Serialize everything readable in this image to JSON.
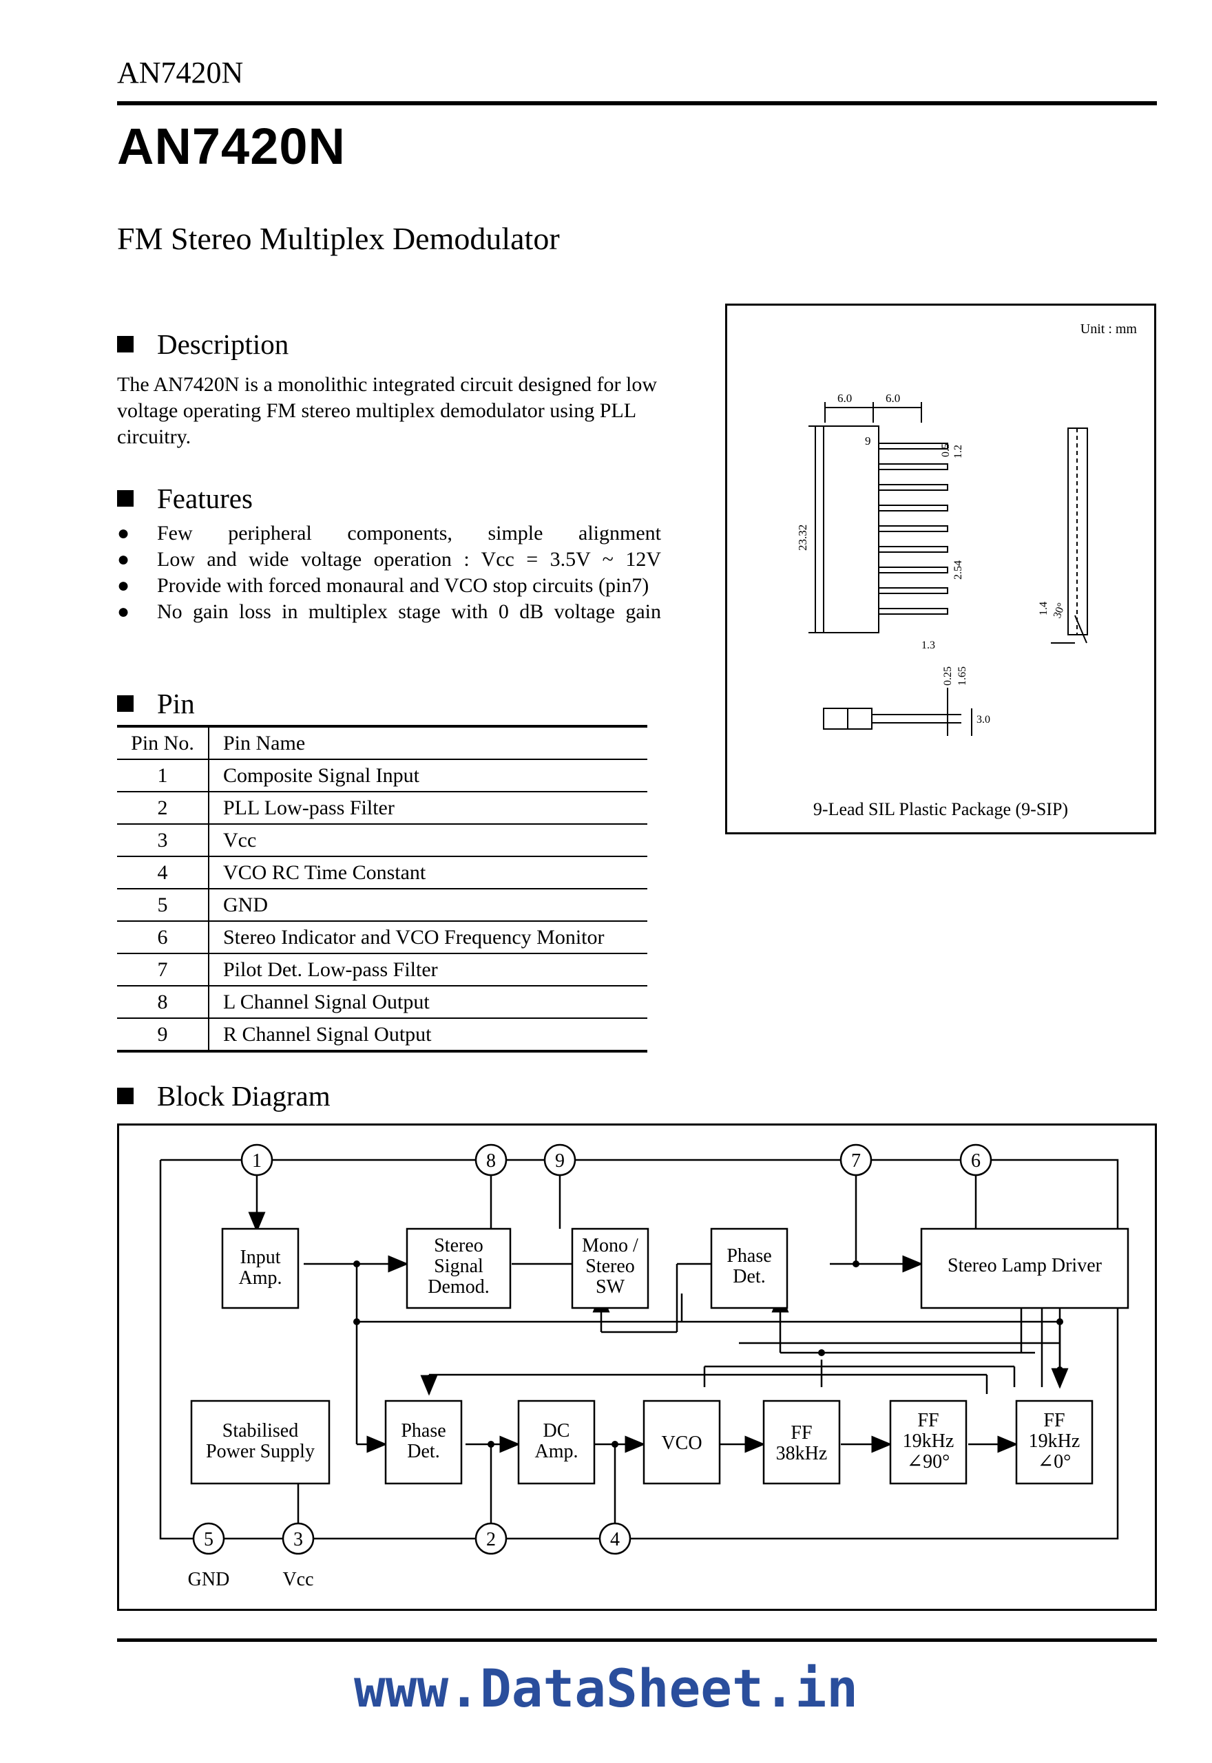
{
  "header": {
    "part_number": "AN7420N"
  },
  "title": "AN7420N",
  "subtitle": "FM Stereo Multiplex Demodulator",
  "description": {
    "heading": "Description",
    "text": "The AN7420N is a monolithic integrated circuit designed for low voltage operating FM stereo multiplex demodulator using PLL circuitry."
  },
  "features": {
    "heading": "Features",
    "items": [
      "Few peripheral components, simple alignment",
      "Low and wide voltage operation : Vcc = 3.5V ~ 12V",
      "Provide with forced monaural and VCO stop circuits (pin7)",
      "No gain loss in multiplex stage with 0 dB voltage gain"
    ]
  },
  "pin": {
    "heading": "Pin",
    "col_no": "Pin No.",
    "col_name": "Pin Name",
    "rows": [
      {
        "no": "1",
        "name": "Composite Signal Input"
      },
      {
        "no": "2",
        "name": "PLL Low-pass Filter"
      },
      {
        "no": "3",
        "name": "Vcc"
      },
      {
        "no": "4",
        "name": "VCO RC Time Constant"
      },
      {
        "no": "5",
        "name": "GND"
      },
      {
        "no": "6",
        "name": "Stereo Indicator and VCO Frequency Monitor"
      },
      {
        "no": "7",
        "name": "Pilot Det. Low-pass Filter"
      },
      {
        "no": "8",
        "name": "L Channel Signal Output"
      },
      {
        "no": "9",
        "name": "R Channel Signal Output"
      }
    ]
  },
  "package": {
    "unit": "Unit : mm",
    "caption": "9-Lead SIL Plastic Package (9-SIP)",
    "dims": {
      "w1": "6.0",
      "w2": "6.0",
      "pin9": "9",
      "d05": "0.5",
      "d12": "1.2",
      "height": "23.32",
      "pitch": "2.54",
      "d13": "1.3",
      "angle": "30°",
      "d14": "1.4",
      "d025": "0.25",
      "d165": "1.65",
      "d30": "3.0"
    }
  },
  "block_diagram": {
    "heading": "Block Diagram",
    "blocks": {
      "input_amp": [
        "Input",
        "Amp."
      ],
      "stereo_demod": [
        "Stereo",
        "Signal",
        "Demod."
      ],
      "mono_sw": [
        "Mono /",
        "Stereo",
        "SW"
      ],
      "phase_det_top": [
        "Phase",
        "Det."
      ],
      "lamp_driver": [
        "Stereo Lamp Driver"
      ],
      "power_supply": [
        "Stabilised",
        "Power Supply"
      ],
      "phase_det_bot": [
        "Phase",
        "Det."
      ],
      "dc_amp": [
        "DC",
        "Amp."
      ],
      "vco": [
        "VCO"
      ],
      "ff38": [
        "FF",
        "38kHz"
      ],
      "ff19_90": [
        "FF",
        "19kHz",
        "∠90°"
      ],
      "ff19_0": [
        "FF",
        "19kHz",
        "∠0°"
      ]
    },
    "pins": {
      "p1": "1",
      "p2": "2",
      "p3": "3",
      "p4": "4",
      "p5": "5",
      "p6": "6",
      "p7": "7",
      "p8": "8",
      "p9": "9"
    },
    "labels": {
      "gnd": "GND",
      "vcc": "Vcc"
    }
  },
  "footer": {
    "watermark": "www.DataSheet.in"
  }
}
